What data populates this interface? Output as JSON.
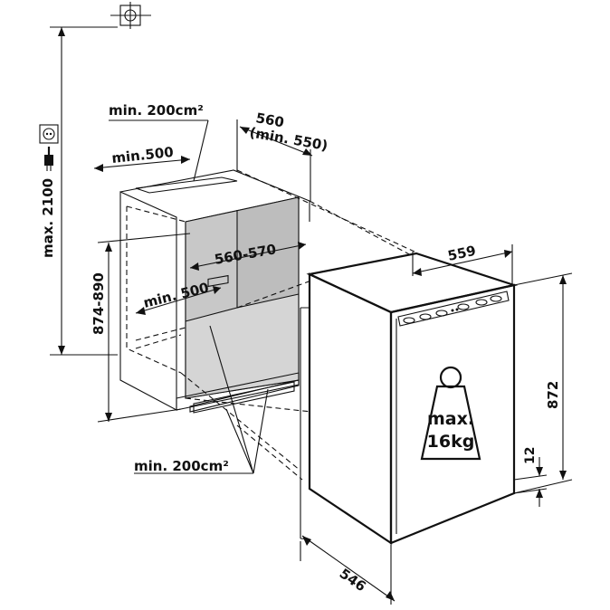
{
  "dimensions": {
    "max_height": "max. 2100",
    "niche_depth": "560",
    "niche_depth_min": "(min. 550)",
    "vent_top": "min. 200cm²",
    "vent_bottom": "min. 200cm²",
    "depth_top_min": "min.500",
    "depth_inner_min": "min. 500",
    "niche_width": "560-570",
    "niche_height": "874-890",
    "unit_width": "559",
    "unit_height": "872",
    "plinth": "12",
    "unit_depth": "546"
  },
  "weight_label": {
    "line1": "max.",
    "line2": "16kg"
  },
  "colors": {
    "niche_interior": "#c8c8c8",
    "line": "#111111"
  },
  "icons": [
    "socket-icon",
    "plug-icon",
    "water-connection-icon",
    "weight-icon"
  ]
}
